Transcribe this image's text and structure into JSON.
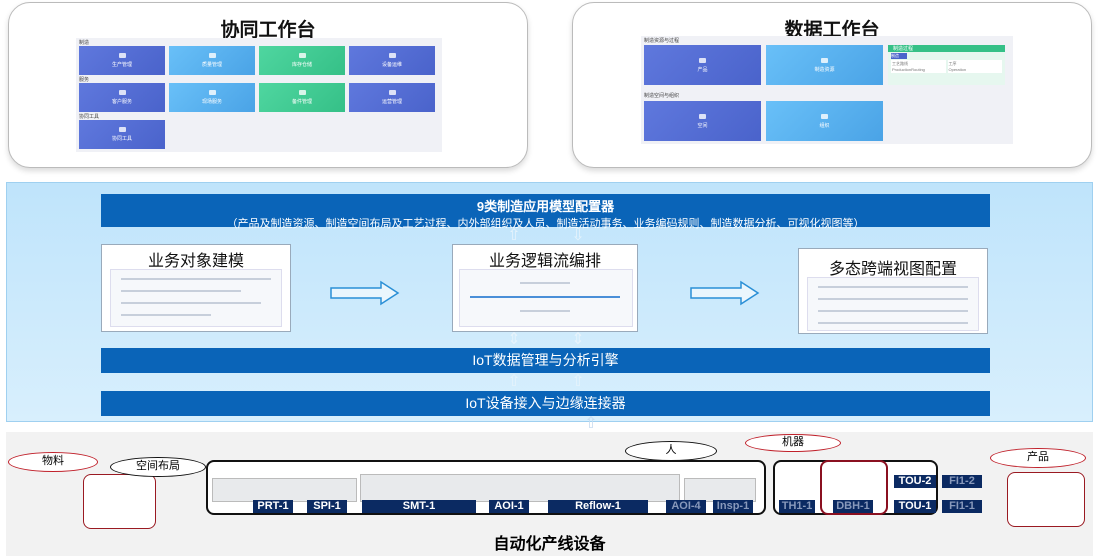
{
  "collab": {
    "title": "协同工作台",
    "sections": [
      {
        "label": "制造",
        "tiles": [
          {
            "label": "生产管理",
            "color": "blue"
          },
          {
            "label": "质量管理",
            "color": "sky"
          },
          {
            "label": "库存仓储",
            "color": "green"
          },
          {
            "label": "设备运维",
            "color": "blue"
          }
        ]
      },
      {
        "label": "服务",
        "tiles": [
          {
            "label": "客户服务",
            "color": "blue"
          },
          {
            "label": "现场服务",
            "color": "sky"
          },
          {
            "label": "备件管理",
            "color": "green"
          },
          {
            "label": "运营管理",
            "color": "blue"
          }
        ]
      },
      {
        "label": "协同工具",
        "tiles": [
          {
            "label": "协同工具",
            "color": "blue"
          }
        ]
      }
    ]
  },
  "data": {
    "title": "数据工作台",
    "sec1": "制造资源与过程",
    "sec2": "制造空间与组织",
    "product": "产品",
    "resource": "制造资源",
    "process_title": "制造过程",
    "process_tag": "制造",
    "routing": "工艺路线",
    "routing_en": "ProductionRouting",
    "op": "工序",
    "op_en": "Operation",
    "space": "空间",
    "org": "组织"
  },
  "middle": {
    "config_title": "9类制造应用模型配置器",
    "config_sub": "（产品及制造资源、制造空间布局及工艺过程、内外部组织及人员、制造活动事务、业务编码规则、制造数据分析、可视化视图等）",
    "box1": "业务对象建模",
    "box2": "业务逻辑流编排",
    "box3": "多态跨端视图配置",
    "iot_engine": "IoT数据管理与分析引擎",
    "iot_access": "IoT设备接入与边缘连接器"
  },
  "bottom": {
    "title": "自动化产线设备",
    "material": "物料",
    "layout": "空间布局",
    "person": "人",
    "machine": "机器",
    "product": "产品",
    "stations": [
      "PRT-1",
      "SPI-1",
      "SMT-1",
      "AOI-1",
      "Reflow-1",
      "AOI-4",
      "Insp-1"
    ],
    "cells": [
      "TH1-1",
      "DBH-1",
      "TOU-2",
      "TOU-1",
      "FI1-2",
      "FI1-1"
    ]
  }
}
